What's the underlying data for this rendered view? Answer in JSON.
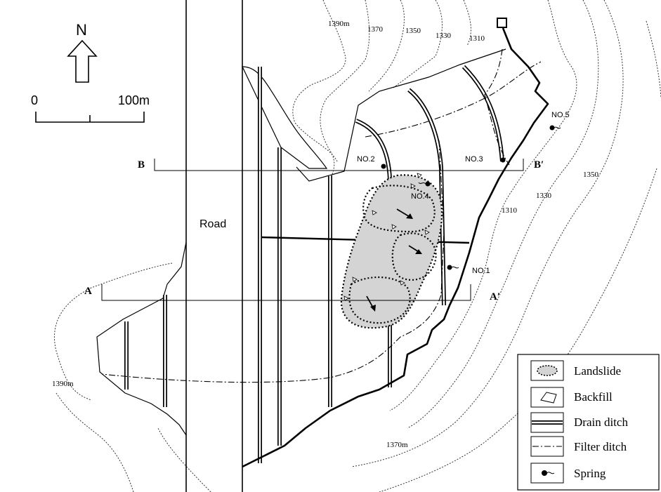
{
  "north": {
    "label": "N"
  },
  "scale": {
    "start": "0",
    "end": "100m"
  },
  "road": {
    "label": "Road"
  },
  "sections": {
    "a_left": "A",
    "a_right": "A′",
    "b_left": "B",
    "b_right": "B′"
  },
  "contours": {
    "c1390_top": "1390m",
    "c1370_top": "1370",
    "c1350_top": "1350",
    "c1330_top": "1330",
    "c1310_top": "1310",
    "c1350_right": "1350",
    "c1330_right": "1330",
    "c1310_right": "1310",
    "c1390_left": "1390m",
    "c1370_bottom": "1370m"
  },
  "springs": {
    "no1": "NO.1",
    "no2": "NO.2",
    "no3": "NO.3",
    "no4": "NO.4",
    "no5": "NO.5"
  },
  "legend": {
    "landslide": "Landslide",
    "backfill": "Backfill",
    "drain_ditch": "Drain ditch",
    "filter_ditch": "Filter ditch",
    "spring": "Spring"
  }
}
